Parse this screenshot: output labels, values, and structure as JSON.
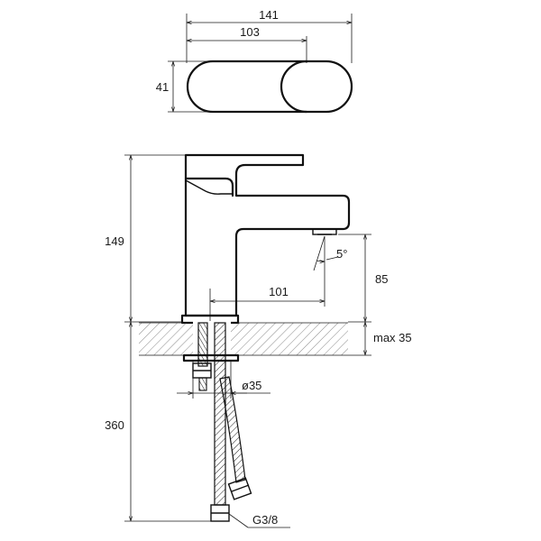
{
  "dimensions": {
    "overall_length": "141",
    "handle_length": "103",
    "width": "41",
    "height": "149",
    "spout_reach": "101",
    "spout_height": "85",
    "spout_angle": "5°",
    "max_thickness": "max 35",
    "hole_diameter": "ø35",
    "hose_length": "360",
    "thread": "G3/8"
  }
}
